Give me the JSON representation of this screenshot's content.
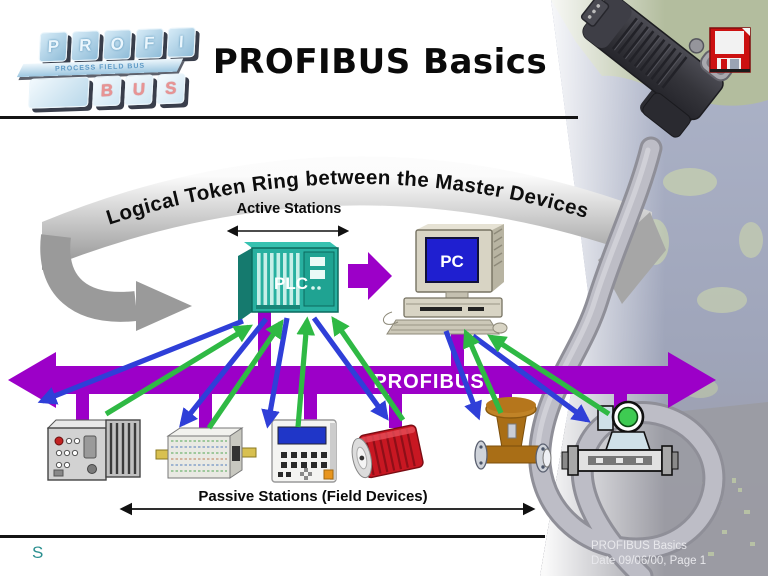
{
  "slide": {
    "title": "PROFIBUS Basics",
    "footer": {
      "left_mark": "S",
      "doc_title": "PROFIBUS Basics",
      "date_page": "Date 09/06/00,  Page 1"
    }
  },
  "logo": {
    "profi_letters": [
      "P",
      "R",
      "O",
      "F",
      "I"
    ],
    "subtitle": "PROCESS FIELD BUS",
    "bus_letters": [
      "B",
      "U",
      "S"
    ]
  },
  "diagram": {
    "ring_label": "Logical Token Ring between the Master Devices",
    "active_stations_label": "Active Stations",
    "passive_stations_label": "Passive Stations (Field Devices)",
    "bus_label": "PROFIBUS",
    "masters": {
      "plc_label": "PLC",
      "pc_label": "PC"
    },
    "passive_devices": [
      "remote-io-station",
      "din-rail-io-module",
      "operator-panel",
      "motor",
      "control-valve",
      "flow-transmitter"
    ],
    "colors": {
      "bus_purple": "#9c00c8",
      "token_arrow_blue": "#2f3fd8",
      "token_arrow_green": "#2fb944",
      "plc_teal": "#29af9e",
      "pc_screen_blue": "#1f1fd0",
      "ring_gray": "#9a9a9a",
      "floppy_red": "#cc1111",
      "footer_mark_teal": "#2a8f8f"
    }
  },
  "icons": {
    "connector": "profibus-d-sub-connector-photo",
    "cable": "profibus-cable",
    "floppy": "floppy-disk-icon",
    "map": "world-map-background"
  }
}
